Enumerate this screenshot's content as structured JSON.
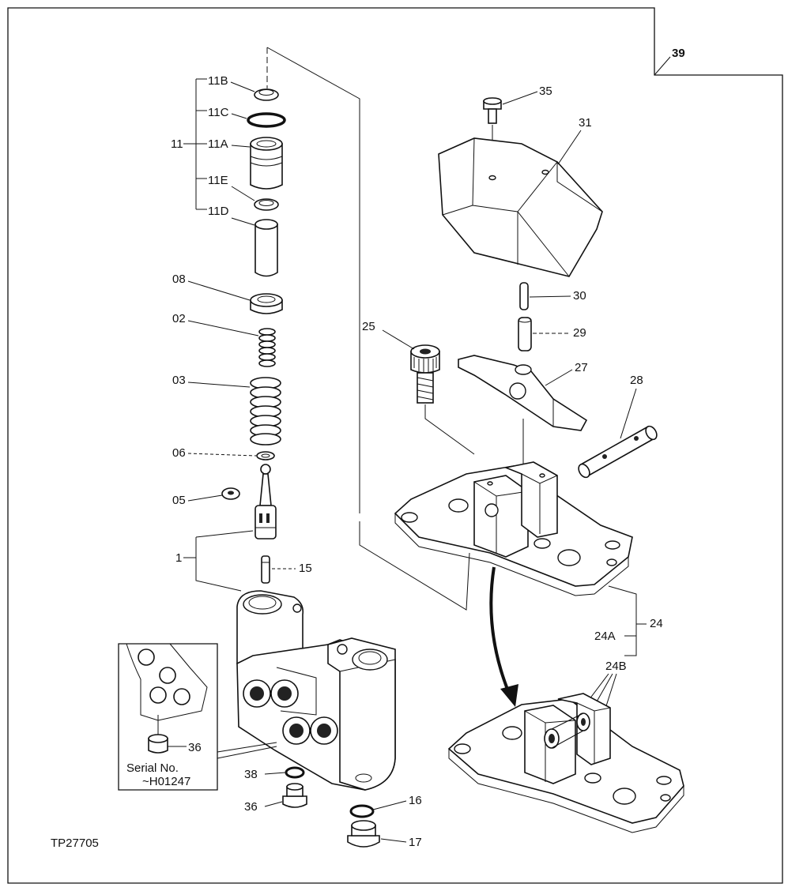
{
  "figure_number": "39",
  "figure_id": "TP27705",
  "inset_note": [
    "Serial No.",
    "~H01247"
  ],
  "labels": {
    "p11": "11",
    "p11A": "11A",
    "p11B": "11B",
    "p11C": "11C",
    "p11D": "11D",
    "p11E": "11E",
    "p08": "08",
    "p02": "02",
    "p03": "03",
    "p06": "06",
    "p05": "05",
    "p1": "1",
    "p15": "15",
    "p36a": "36",
    "p36b": "36",
    "p38": "38",
    "p16": "16",
    "p17": "17",
    "p35": "35",
    "p31": "31",
    "p30": "30",
    "p29": "29",
    "p25": "25",
    "p27": "27",
    "p28": "28",
    "p24": "24",
    "p24A": "24A",
    "p24B": "24B"
  },
  "colors": {
    "ink": "#111111",
    "paper": "#ffffff"
  }
}
